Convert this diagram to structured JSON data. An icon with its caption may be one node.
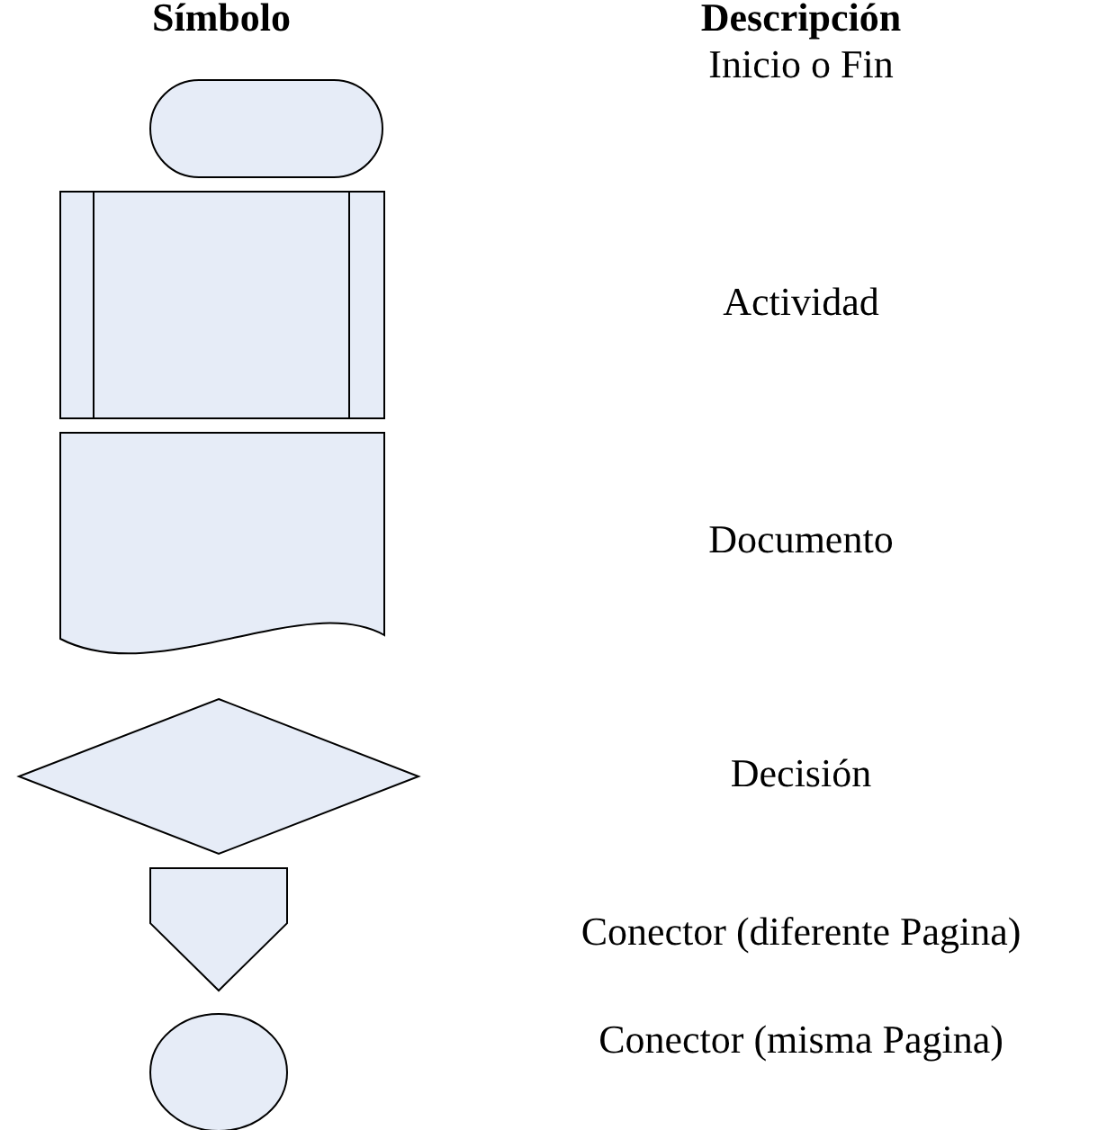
{
  "diagram": {
    "nodes": [
      {
        "text": [],
        "shape": "pill"
      },
      {
        "text": [],
        "shape": "box"
      },
      {
        "text": [],
        "shape": "document"
      },
      {
        "text": [],
        "shape": "diamond"
      },
      {
        "text": [],
        "shape": "pentagon"
      },
      {
        "text": [],
        "shape": "circle"
      }
    ],
    "labels": [
      "Símbolo",
      "Descripción",
      "Inicio o Fin",
      "Actividad",
      "Documento",
      "Decisión",
      "Conector (diferente Pagina)",
      "Conector (misma Pagina)"
    ]
  }
}
